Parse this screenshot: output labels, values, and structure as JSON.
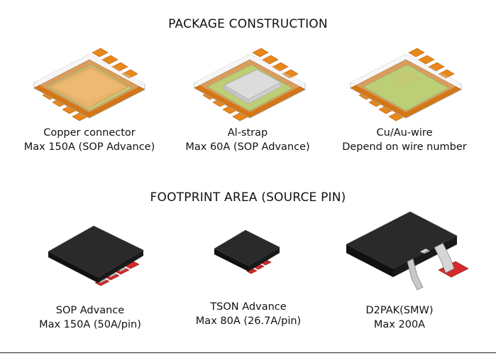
{
  "sections": [
    {
      "title": "PACKAGE CONSTRUCTION",
      "items": [
        {
          "line1": "Copper connector",
          "line2": "Max 150A (SOP Advance)",
          "icon": "copper-connector-package-icon"
        },
        {
          "line1": "Al-strap",
          "line2": "Max 60A (SOP Advance)",
          "icon": "al-strap-package-icon"
        },
        {
          "line1": "Cu/Au-wire",
          "line2": "Depend on wire number",
          "icon": "wire-bond-package-icon"
        }
      ]
    },
    {
      "title": "FOOTPRINT AREA (SOURCE PIN)",
      "items": [
        {
          "line1": "SOP Advance",
          "line2": "Max 150A (50A/pin)",
          "icon": "sop-advance-package-icon"
        },
        {
          "line1": "TSON Advance",
          "line2": "Max 80A (26.7A/pin)",
          "icon": "tson-advance-package-icon"
        },
        {
          "line1": "D2PAK(SMW)",
          "line2": "Max 200A",
          "icon": "d2pak-package-icon"
        }
      ]
    }
  ],
  "colors": {
    "copper": "#e8871a",
    "copper_dark": "#c56a0c",
    "die_green": "#a6c23a",
    "aluminum": "#d8d8d8",
    "mold_black": "#1e1e1e",
    "pad_red": "#d42a2a"
  }
}
